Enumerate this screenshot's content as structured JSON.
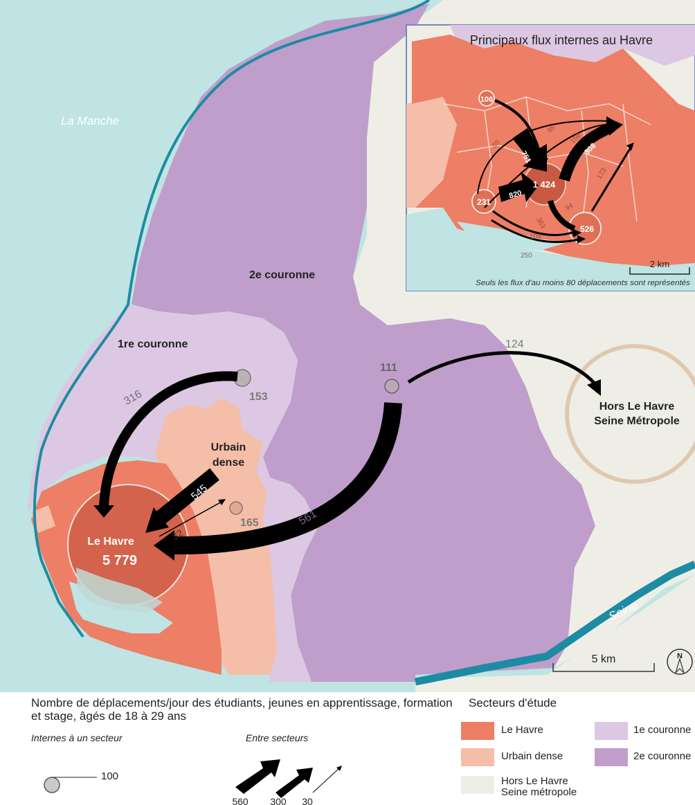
{
  "map": {
    "sea_label": "La Manche",
    "river_label": "Seine",
    "zones": {
      "zone2": "2e couronne",
      "zone1": "1re couronne",
      "urbain_line1": "Urbain",
      "urbain_line2": "dense"
    },
    "le_havre": {
      "name": "Le Havre",
      "value": "5 779"
    },
    "outside": {
      "line1": "Hors Le Havre",
      "line2": "Seine Métropole"
    },
    "internal_values": {
      "couronne1": "153",
      "couronne2": "111",
      "urbain": "165"
    },
    "flows": {
      "c1_to_lh": "316",
      "c2_to_lh": "561",
      "c2_to_out": "124",
      "ud_to_lh": "545",
      "lh_to_ud": "32"
    },
    "scale": "5 km",
    "north": "N"
  },
  "inset": {
    "title": "Principaux flux internes au Havre",
    "center_value": "1 424",
    "nodes": {
      "n106": "106",
      "n231": "231",
      "n526": "526"
    },
    "flows": [
      "751",
      "820",
      "308",
      "80",
      "95",
      "156",
      "173",
      "94",
      "363",
      "104",
      "250"
    ],
    "scale": "2 km",
    "note": "Seuls les flux d'au moins 80 déplacements sont représentés"
  },
  "legend": {
    "title": "Nombre de déplacements/jour des étudiants, jeunes en apprentissage, formation et stage,  âgés de 18 à 29 ans",
    "internal_title": "Internes à un secteur",
    "internal_value": "100",
    "between_title": "Entre secteurs",
    "arrow_values": [
      "560",
      "300",
      "30"
    ],
    "sectors_title": "Secteurs d'étude",
    "sectors": [
      {
        "label": "Le Havre",
        "color": "#ec7f66"
      },
      {
        "label": "1e couronne",
        "color": "#dcc8e2"
      },
      {
        "label": "Urbain dense",
        "color": "#f5bea8"
      },
      {
        "label": "2e couronne",
        "color": "#bf9ecb"
      },
      {
        "label": "Hors Le Havre Seine métropole",
        "color": "#eeeee6"
      }
    ]
  },
  "colors": {
    "sea": "#bfe4e3",
    "coast": "#1d8ba3",
    "land_outside": "#eeeee6",
    "le_havre": "#ec7f66",
    "urbain_dense": "#f5bea8",
    "couronne1": "#dcc8e2",
    "couronne2": "#bf9ecb",
    "flow": "#000000"
  }
}
